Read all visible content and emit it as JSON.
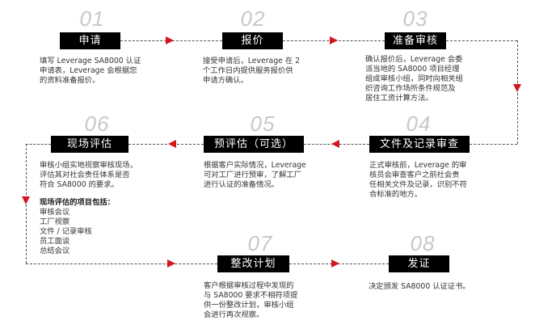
{
  "steps": [
    {
      "num": "01",
      "title": "申请",
      "desc": [
        "填写 Leverage SA8000 认证",
        "申请表，Leverage 会根据您",
        "的资料准备报价。"
      ]
    },
    {
      "num": "02",
      "title": "报价",
      "desc": [
        "接受申请后，Leverage 在 2",
        "个工作日内提供服务报价供",
        "申请方确认。"
      ]
    },
    {
      "num": "03",
      "title": "准备审核",
      "desc": [
        "确认报价后，Leverage 会委",
        "派当地的 SA8000 项目经理",
        "组成审核小组，同时向相关组",
        "织咨询工作场所条件规范及",
        "居住工资计算方法。"
      ]
    },
    {
      "num": "04",
      "title": "文件及记录审查",
      "desc": [
        "正式审核前，Leverage 的审",
        "核员会审查客户之前社会责",
        "任相关文件及记录，识别不符",
        "合标准的地方。"
      ]
    },
    {
      "num": "05",
      "title": "预评估（可选）",
      "desc": [
        "根据客户实际情况，Leverage",
        "可对工厂进行预审，了解工厂",
        "进行认证的准备情况。"
      ]
    },
    {
      "num": "06",
      "title": "现场评估",
      "desc": [
        "审核小组实地视察审核现场，",
        "评估其对社会责任体系是否",
        "符合 SA8000 的要求。"
      ],
      "items_title": "现场评估的项目包括：",
      "items": [
        "审核会议",
        "工厂视察",
        "文件 / 记录审核",
        "员工面谈",
        "总结会议"
      ]
    },
    {
      "num": "07",
      "title": "整改计划",
      "desc": [
        "客户根据审核过程中发现的",
        "与 SA8000 要求不相符项提",
        "供一份整改计划，审核小组",
        "会进行再次视察。"
      ]
    },
    {
      "num": "08",
      "title": "发证",
      "desc": [
        "决定颁发 SA8000 认证证书。"
      ]
    }
  ],
  "colors": {
    "arrow": "#d2151e",
    "box": "#000000",
    "number": "#c8c8c8"
  }
}
